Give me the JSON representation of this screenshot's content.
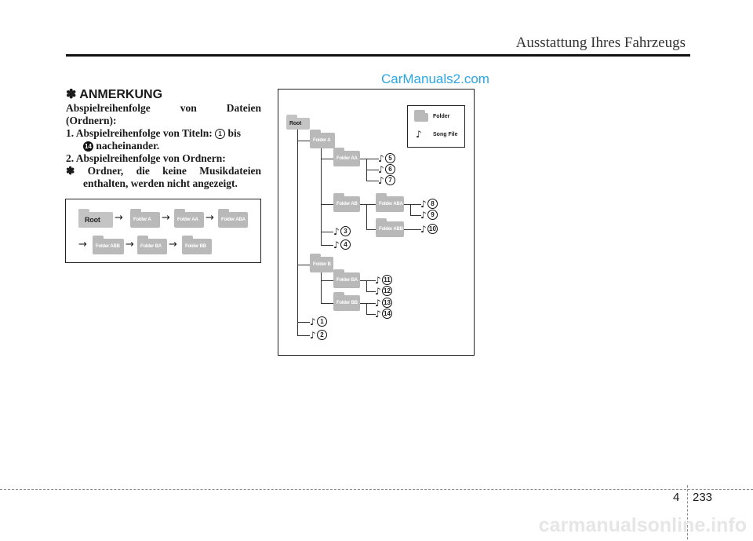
{
  "header": {
    "title": "Ausstattung Ihres Fahrzeugs"
  },
  "watermark_top": "CarManuals2.com",
  "note": {
    "heading": "✽ ANMERKUNG",
    "para1_line1": "Abspielreihenfolge von Dateien",
    "para1_line2": "(Ordnern):",
    "item1_prefix": "1. Abspielreihenfolge von Titeln:",
    "item1_from": "1",
    "item1_bis": "bis",
    "item1_to": "14",
    "item1_tail": "nacheinander.",
    "item2": "2. Abspielreihenfolge von Ordnern:",
    "item3_line1": "✽ Ordner, die keine Musikdateien",
    "item3_line2": "enthalten, werden nicht angezeigt."
  },
  "sequence": {
    "row1": [
      "Root",
      "Folder A",
      "Folder AA",
      "Folder ABA"
    ],
    "row2": [
      "Folder ABB",
      "Folder BA",
      "Folder BB"
    ],
    "arrow": "→"
  },
  "tree": {
    "root": "Root",
    "folders": {
      "a": "Folder A",
      "aa": "Folder AA",
      "ab": "Folder AB",
      "aba": "Folder ABA",
      "abb": "Folder ABB",
      "b": "Folder B",
      "ba": "Folder BA",
      "bb": "Folder BB"
    },
    "song_glyph": "♪",
    "tracks": {
      "aa": [
        "5",
        "6",
        "7"
      ],
      "aba": [
        "8",
        "9"
      ],
      "abb": [
        "10"
      ],
      "a": [
        "3",
        "4"
      ],
      "ba": [
        "11",
        "12"
      ],
      "bb": [
        "13",
        "14"
      ],
      "root": [
        "1",
        "2"
      ]
    },
    "legend": {
      "folder": "Folder",
      "song": "Song File"
    }
  },
  "footer": {
    "chapter": "4",
    "page": "233",
    "watermark": "carmanualsonline.info"
  }
}
